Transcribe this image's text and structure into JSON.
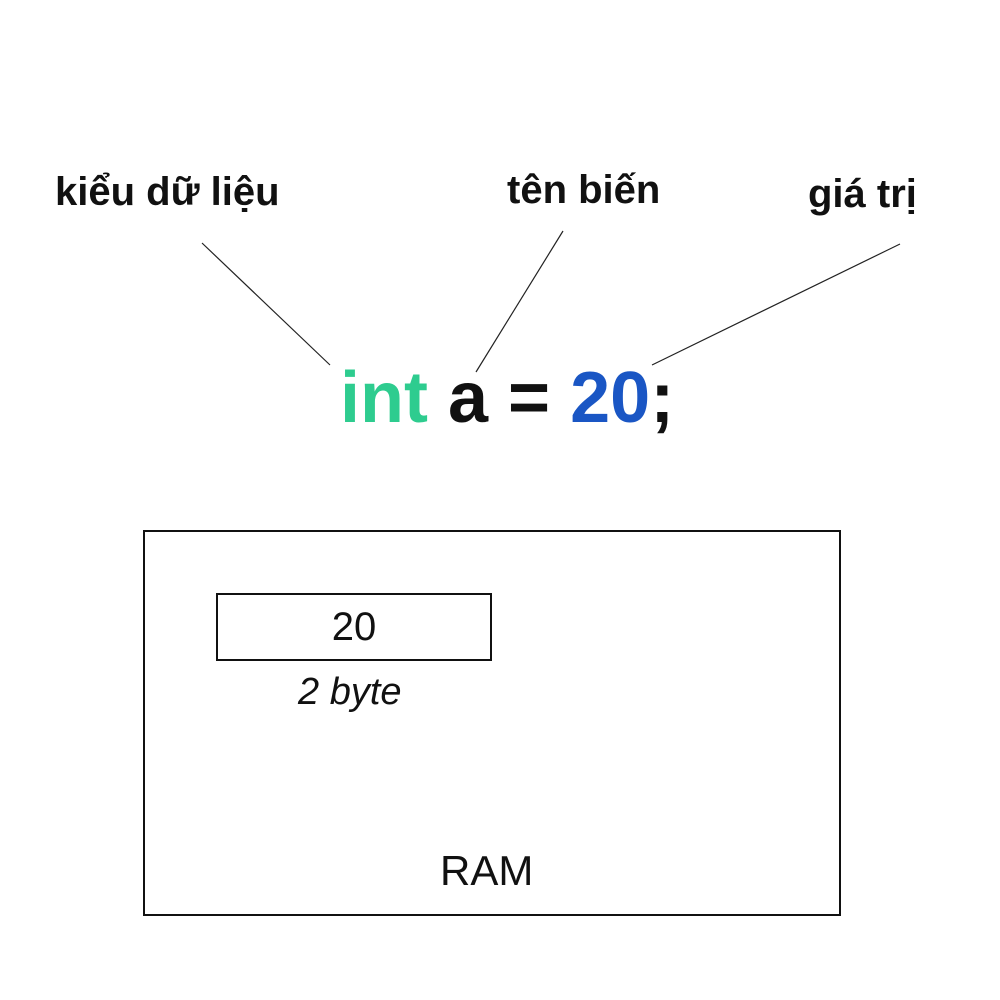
{
  "annotations": {
    "type_label": "kiểu dữ liệu",
    "name_label": "tên biến",
    "value_label": "giá trị"
  },
  "code": {
    "keyword": "int",
    "identifier": "a",
    "operator": "=",
    "value": "20",
    "terminator": ";"
  },
  "memory": {
    "cell_value": "20",
    "cell_size": "2 byte",
    "container_label": "RAM"
  },
  "colors": {
    "keyword": "#2ecc8f",
    "value": "#1a56c4",
    "text": "#111111"
  }
}
